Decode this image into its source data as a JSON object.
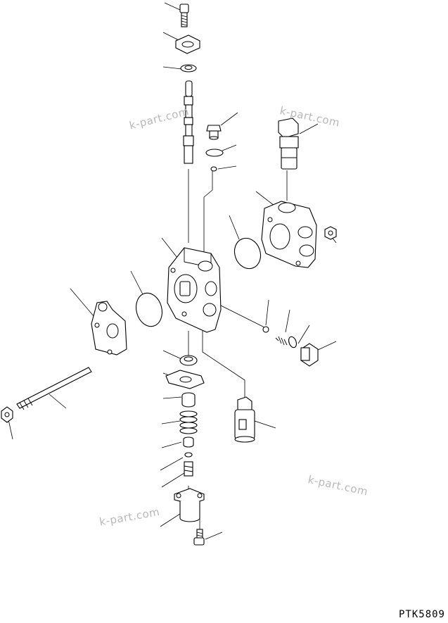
{
  "watermarks": [
    "k-part.com",
    "k-part.com",
    "k-part.com",
    "k-part.com"
  ],
  "drawing_code": "PTK5809",
  "colors": {
    "line": "#000000",
    "watermark": "#b8b8b8",
    "background": "#ffffff"
  }
}
